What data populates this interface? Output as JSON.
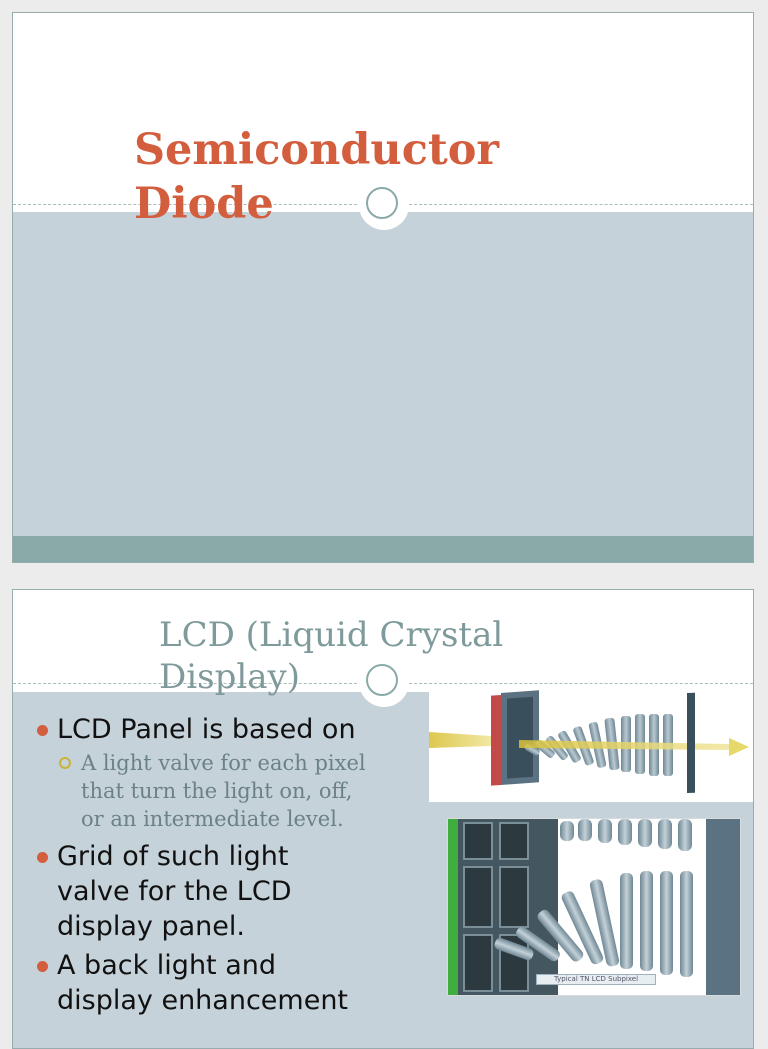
{
  "slide1": {
    "title_line1": "Semiconductor",
    "title_line2": "Diode"
  },
  "slide2": {
    "title_line1": "LCD (Liquid Crystal",
    "title_line2": "Display)",
    "bullets": [
      {
        "text": "LCD Panel is based on",
        "subitems": [
          "A light valve for each pixel",
          "that  turn the light on, off,",
          "or an  intermediate level."
        ]
      },
      {
        "text_lines": [
          "Grid of such light",
          "valve for  the LCD",
          "display panel."
        ]
      },
      {
        "text_lines": [
          "A back light and",
          "display  enhancement"
        ]
      }
    ],
    "image1_name": "lcd-light-valve-diagram",
    "image2_name": "lcd-subpixel-diagram",
    "image2_caption": "Typical TN LCD Subpixel"
  },
  "colors": {
    "accent": "#d35e3e",
    "title2": "#7f9a9b",
    "band": "#c6d2d9",
    "bar": "#8aa9a9",
    "sub_bullet": "#c9b23a"
  }
}
